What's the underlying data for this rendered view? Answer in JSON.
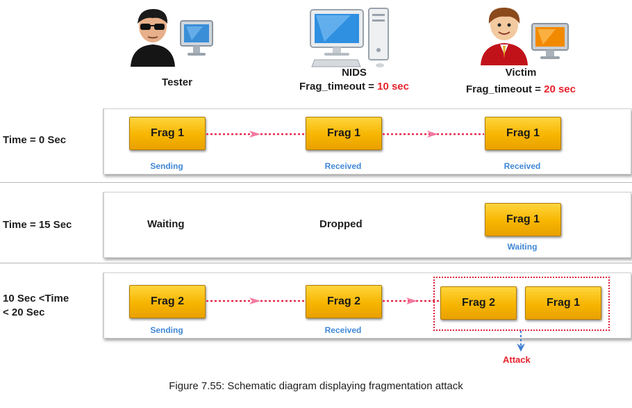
{
  "header": {
    "tester": {
      "label": "Tester"
    },
    "nids": {
      "label": "NIDS",
      "timeout_prefix": "Frag_timeout = ",
      "timeout_value": "10 sec"
    },
    "victim": {
      "label": "Victim",
      "timeout_prefix": "Frag_timeout = ",
      "timeout_value": "20 sec"
    }
  },
  "rows": [
    {
      "time": "Time = 0 Sec",
      "frags": [
        "Frag 1",
        "Frag 1",
        "Frag 1"
      ],
      "subs": [
        "Sending",
        "Received",
        "Received"
      ]
    },
    {
      "time": "Time = 15 Sec",
      "tester_text": "Waiting",
      "nids_text": "Dropped",
      "frag": "Frag 1",
      "sub": "Waiting"
    },
    {
      "time_line1": "10 Sec <Time",
      "time_line2": "< 20 Sec",
      "frags": [
        "Frag 2",
        "Frag 2",
        "Frag 2",
        "Frag 1"
      ],
      "subs": [
        "Sending",
        "Received"
      ],
      "attack": "Attack"
    }
  ],
  "caption": "Figure 7.55: Schematic diagram displaying fragmentation attack",
  "colors": {
    "accent_red": "#e8212b",
    "sub_blue": "#3f87d6",
    "frag_gold": "#f7b500"
  }
}
